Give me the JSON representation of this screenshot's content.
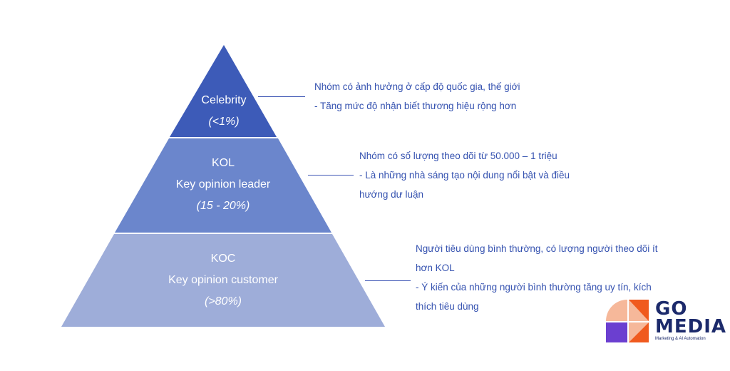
{
  "tiers": [
    {
      "name": "celebrity",
      "lines": [
        "Celebrity"
      ],
      "percent": "(<1%)",
      "color": "#3d5bb8"
    },
    {
      "name": "kol",
      "lines": [
        "KOL",
        "Key opinion leader"
      ],
      "percent": "(15 - 20%)",
      "color": "#6b86cc"
    },
    {
      "name": "koc",
      "lines": [
        "KOC",
        "Key opinion customer"
      ],
      "percent": "(>80%)",
      "color": "#9eadd9"
    }
  ],
  "descriptions": [
    {
      "lines": [
        "Nhóm có ảnh hưởng ở cấp độ quốc gia, thế giới",
        "-  Tăng mức độ nhận biết thương hiệu rộng hơn"
      ]
    },
    {
      "lines": [
        "Nhóm có số lượng theo dõi từ 50.000 – 1 triệu",
        "- Là những nhà sáng tạo nội dung nổi bật và điều",
        "hướng dư luận"
      ]
    },
    {
      "lines": [
        "Người tiêu dùng bình thường, có lượng người theo dõi ít",
        "hơn KOL",
        "- Ý kiến của những người bình thường tăng uy tín, kích",
        "thích tiêu dùng"
      ]
    }
  ],
  "logo": {
    "line1": "GO",
    "line2": "MEDIA",
    "tagline": "Marketing & AI Automation",
    "colors": {
      "peach": "#f6b89a",
      "orange": "#f05a1e",
      "purple": "#6b3fd0",
      "navy": "#1c2a6b"
    }
  }
}
